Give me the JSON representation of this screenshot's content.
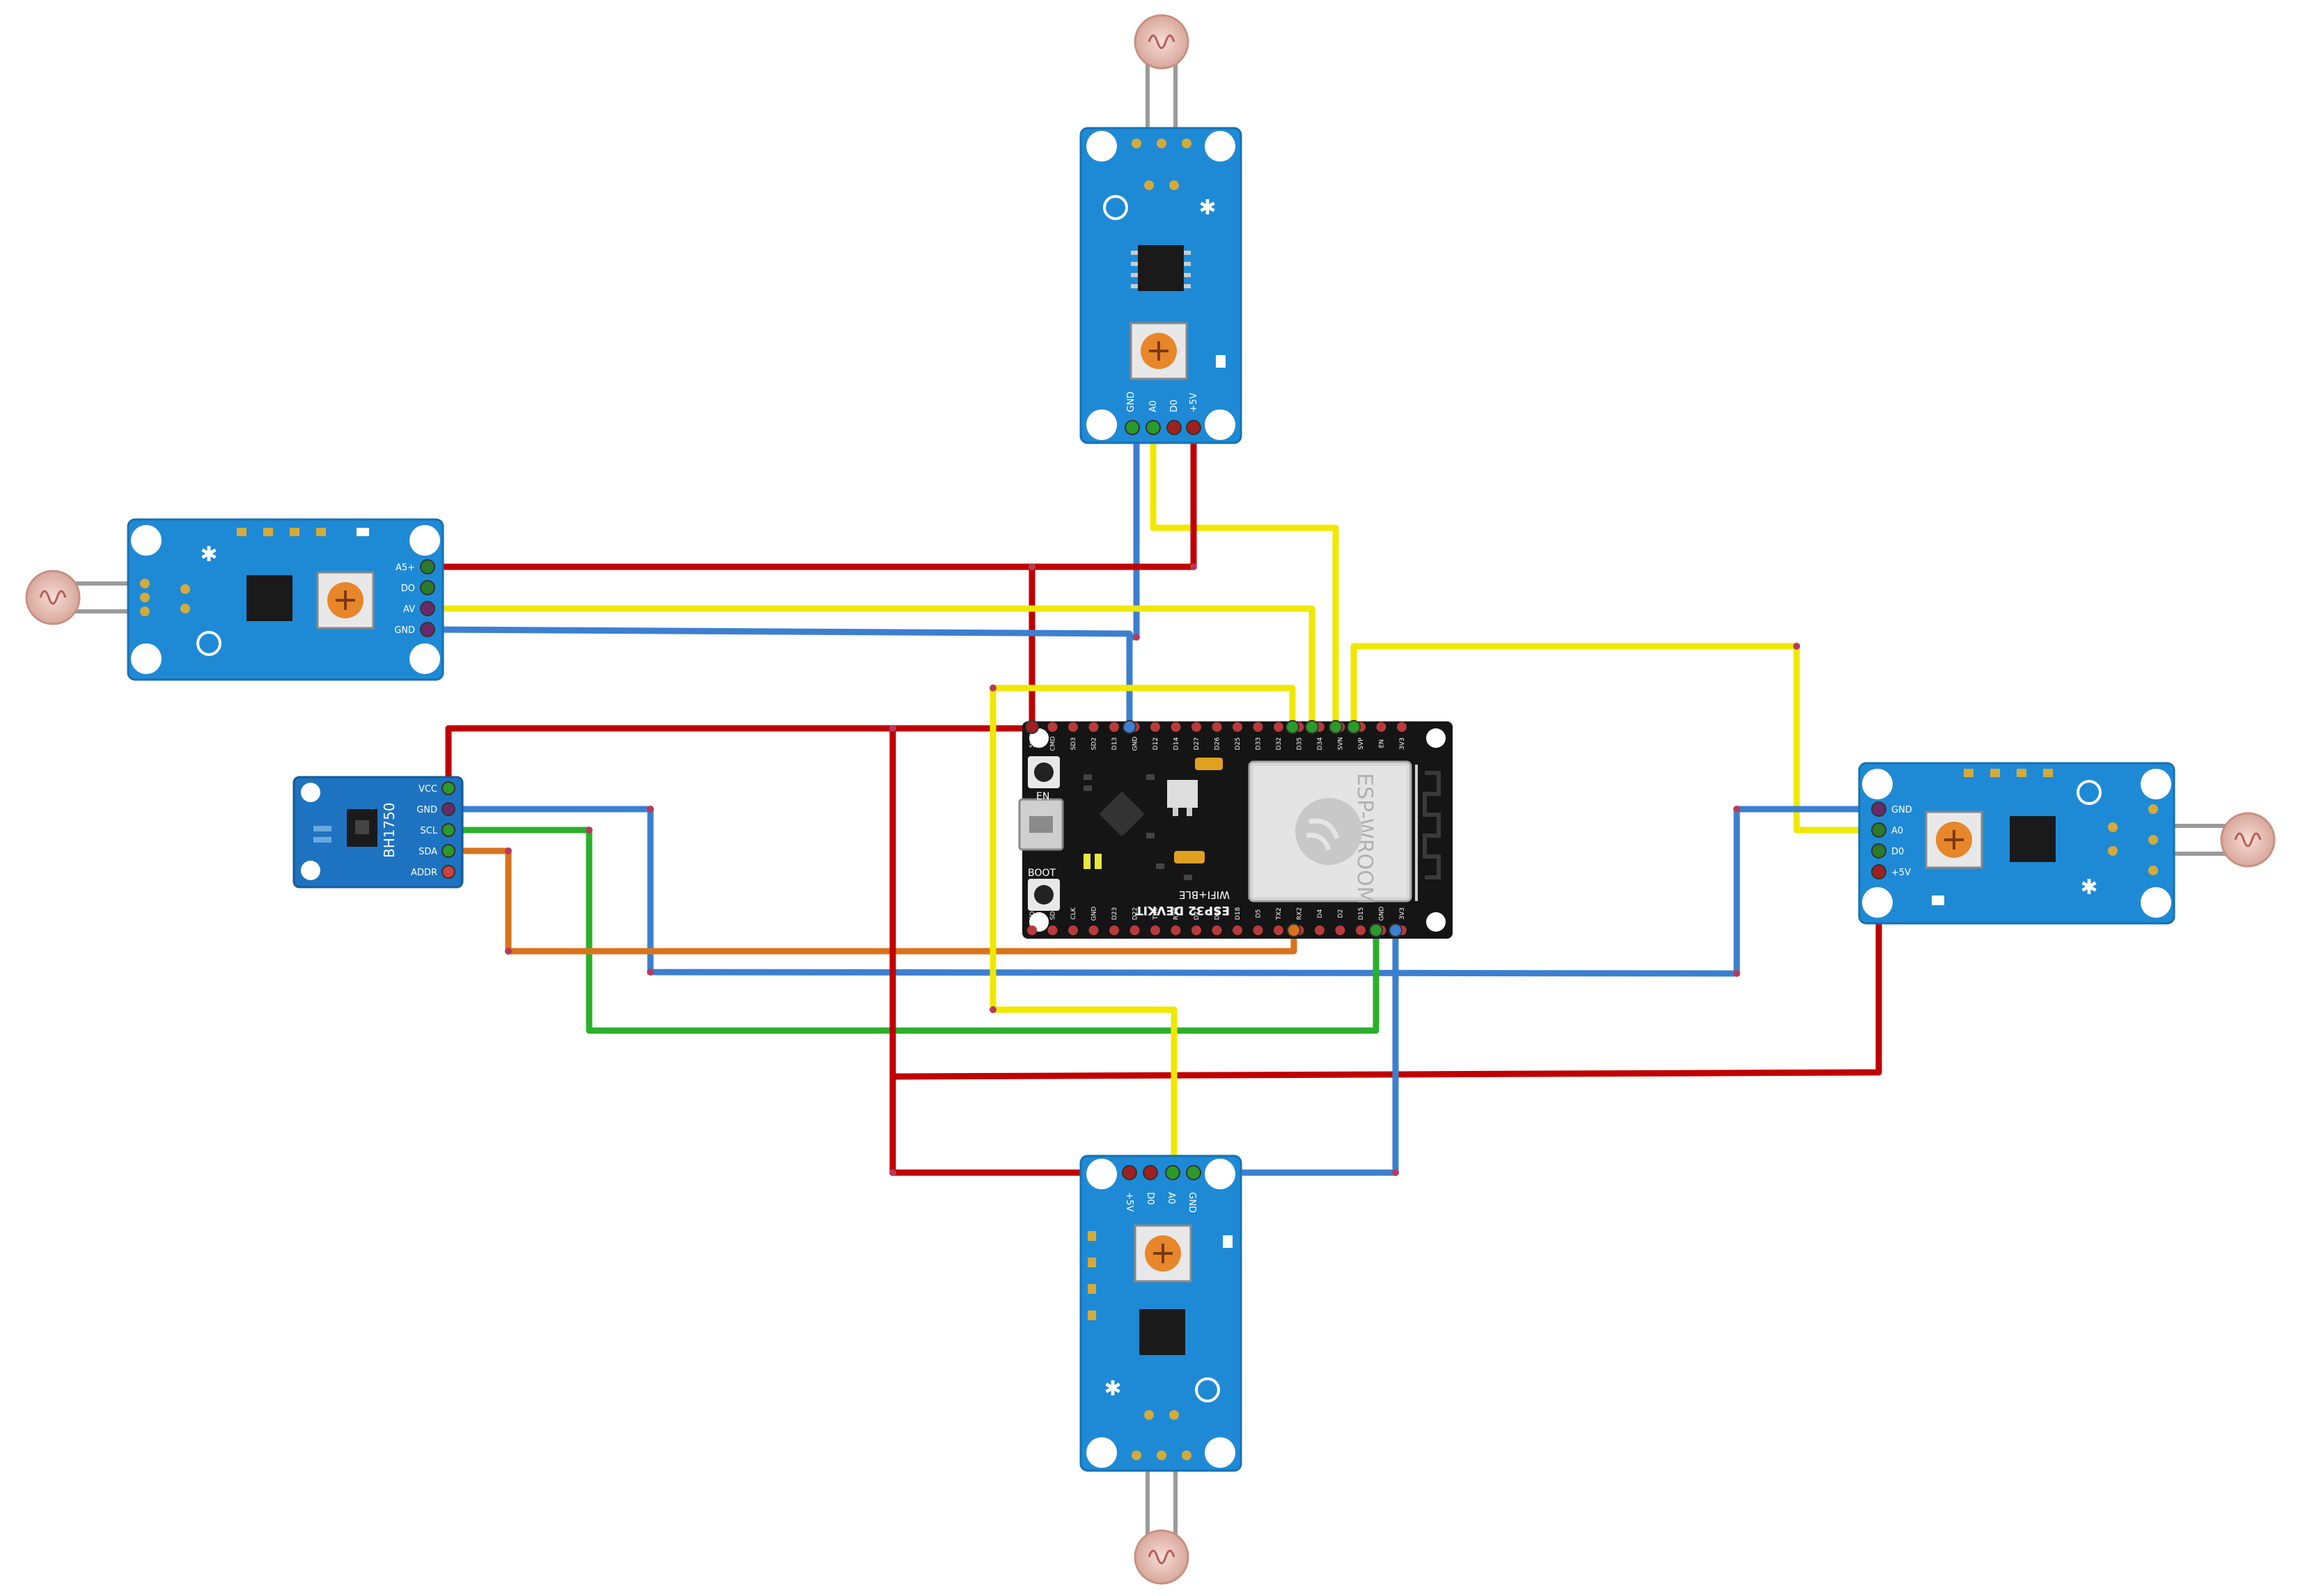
{
  "colors": {
    "board_blue": "#1e8ad6",
    "board_blue_edge": "#1670b3",
    "bh_blue": "#1e73c0",
    "esp_black": "#151515",
    "wire_red": "#c00000",
    "wire_yellow": "#f0e800",
    "wire_blue": "#3c7fd0",
    "wire_green": "#2ab02a",
    "wire_orange": "#d9731c",
    "pin_gold": "#d4aa3a"
  },
  "ldr_top": {
    "pins": [
      "GND",
      "A0",
      "D0",
      "+5V"
    ]
  },
  "ldr_left": {
    "pins": [
      "A5+",
      "DO",
      "AV",
      "GND"
    ]
  },
  "ldr_right": {
    "pins": [
      "GND",
      "A0",
      "D0",
      "+5V"
    ]
  },
  "ldr_bottom": {
    "pins": [
      "+5V",
      "D0",
      "A0",
      "GND"
    ]
  },
  "bh1750": {
    "name": "BH1750",
    "pins": [
      "VCC",
      "GND",
      "SCL",
      "SDA",
      "ADDR"
    ]
  },
  "esp32": {
    "top_pins": [
      "5V",
      "CMD",
      "SD3",
      "SD2",
      "D13",
      "GND",
      "D12",
      "D14",
      "D27",
      "D26",
      "D25",
      "D33",
      "D32",
      "D35",
      "D34",
      "SVN",
      "SVP",
      "EN",
      "3V3"
    ],
    "bottom_pins": [
      "3V3",
      "GND",
      "D15",
      "D2",
      "D4",
      "RX2",
      "TX2",
      "D5",
      "D18",
      "D19",
      "D21",
      "RX0",
      "TX0",
      "D22",
      "D23",
      "GND",
      "CLK",
      "SD0",
      "SD1"
    ],
    "module_label": "ESP-WROOM",
    "board_label": "ESP32 DEVKIT",
    "board_sub": "WIFI+BLE",
    "btn_en": "EN",
    "btn_boot": "BOOT"
  }
}
